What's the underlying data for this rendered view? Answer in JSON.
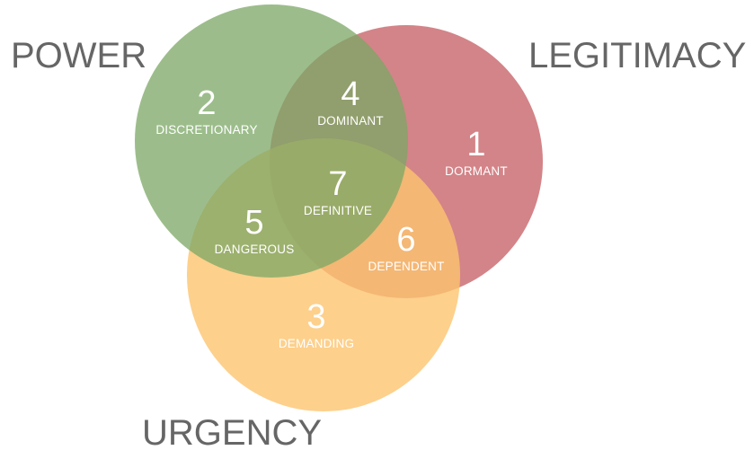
{
  "sets": {
    "power": "POWER",
    "legitimacy": "LEGITIMACY",
    "urgency": "URGENCY"
  },
  "colors": {
    "power": "#8fb57f",
    "legitimacy": "#c9696e",
    "urgency": "#fcc46f",
    "text": "#666666",
    "region_text": "#ffffff"
  },
  "regions": [
    {
      "number": "1",
      "name": "DORMANT"
    },
    {
      "number": "2",
      "name": "DISCRETIONARY"
    },
    {
      "number": "3",
      "name": "DEMANDING"
    },
    {
      "number": "4",
      "name": "DOMINANT"
    },
    {
      "number": "5",
      "name": "DANGEROUS"
    },
    {
      "number": "6",
      "name": "DEPENDENT"
    },
    {
      "number": "7",
      "name": "DEFINITIVE"
    }
  ]
}
